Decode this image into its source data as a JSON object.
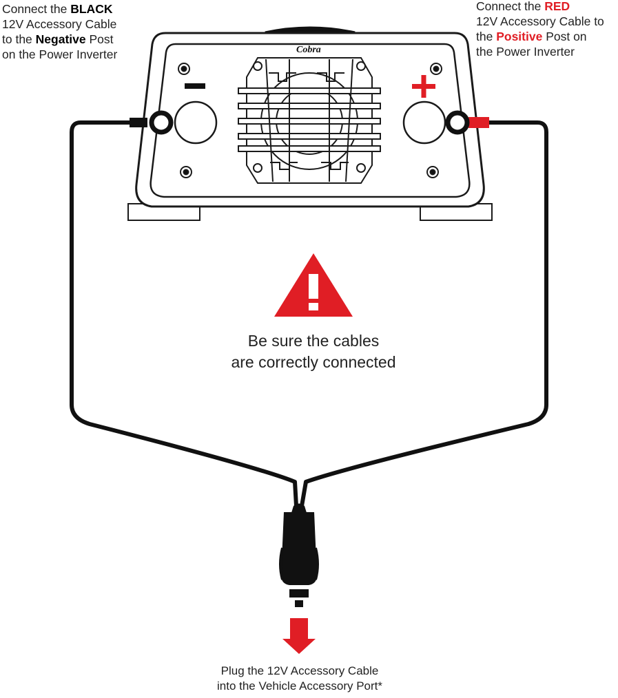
{
  "notes": {
    "negative": {
      "pre": "Connect the ",
      "color_word": "BLACK",
      "line2": "12V Accessory Cable",
      "line3_pre": "to the ",
      "post_word": "Negative",
      "line3_post": " Post",
      "line4": "on the Power Inverter"
    },
    "positive": {
      "pre": "Connect the ",
      "color_word": "RED",
      "line2": "12V Accessory Cable to",
      "line3_pre": "the ",
      "post_word": "Positive",
      "line3_post": " Post on",
      "line4": "the Power Inverter"
    }
  },
  "inverter": {
    "brand": "Cobra",
    "negative_symbol": "−",
    "positive_symbol": "+"
  },
  "warning": {
    "symbol": "!",
    "line1": "Be sure the cables",
    "line2": "are correctly connected"
  },
  "plug_note": {
    "line1": "Plug the 12V Accessory Cable",
    "line2": "into the Vehicle Accessory Port*"
  },
  "colors": {
    "accent_red": "#e01e25",
    "cable": "#111111",
    "outline": "#1a1a1a"
  }
}
